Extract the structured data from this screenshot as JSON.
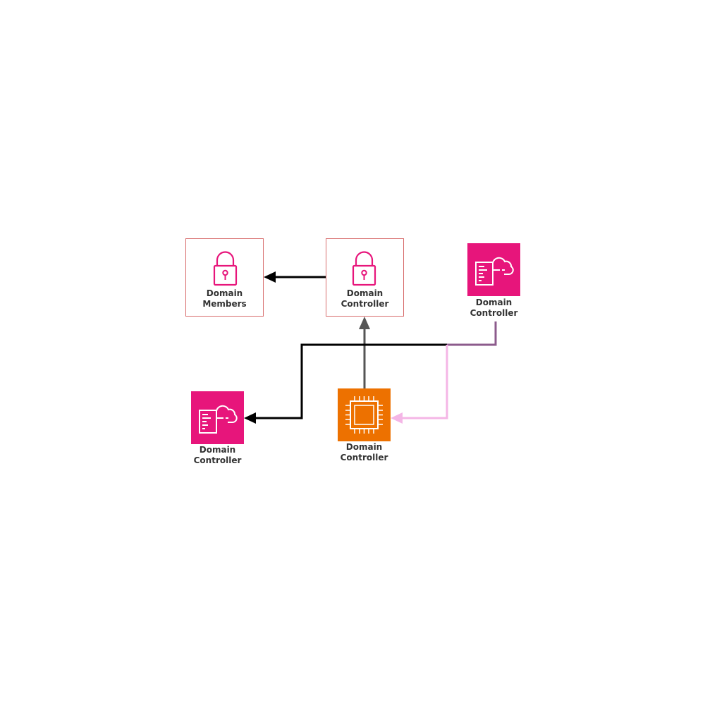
{
  "colors": {
    "box_border": "#d86e6e",
    "lock_icon": "#e7157b",
    "management_tile": "#e7157b",
    "compute_tile": "#ed7100",
    "edge_black": "#000000",
    "edge_gray": "#555555",
    "edge_purple": "#8c5b8c",
    "edge_pink": "#f4b6e6",
    "label_text": "#333333"
  },
  "nodes": {
    "domain_members": {
      "icon": "lock-icon",
      "label_line1": "Domain",
      "label_line2": "Members"
    },
    "dc_top": {
      "icon": "lock-icon",
      "label_line1": "Domain",
      "label_line2": "Controller"
    },
    "dc_right": {
      "icon": "cloud-document-icon",
      "label_line1": "Domain",
      "label_line2": "Controller"
    },
    "dc_left": {
      "icon": "cloud-document-icon",
      "label_line1": "Domain",
      "label_line2": "Controller"
    },
    "dc_compute": {
      "icon": "chip-icon",
      "label_line1": "Domain",
      "label_line2": "Controller"
    }
  },
  "edges": [
    {
      "from": "dc_top",
      "to": "domain_members",
      "color": "#000000"
    },
    {
      "from": "dc_compute",
      "to": "dc_top",
      "color": "#555555"
    },
    {
      "from": "dc_right",
      "to": "dc_left",
      "color": "#000000"
    },
    {
      "from": "dc_right",
      "to": "dc_compute",
      "color": "#f4b6e6"
    }
  ]
}
